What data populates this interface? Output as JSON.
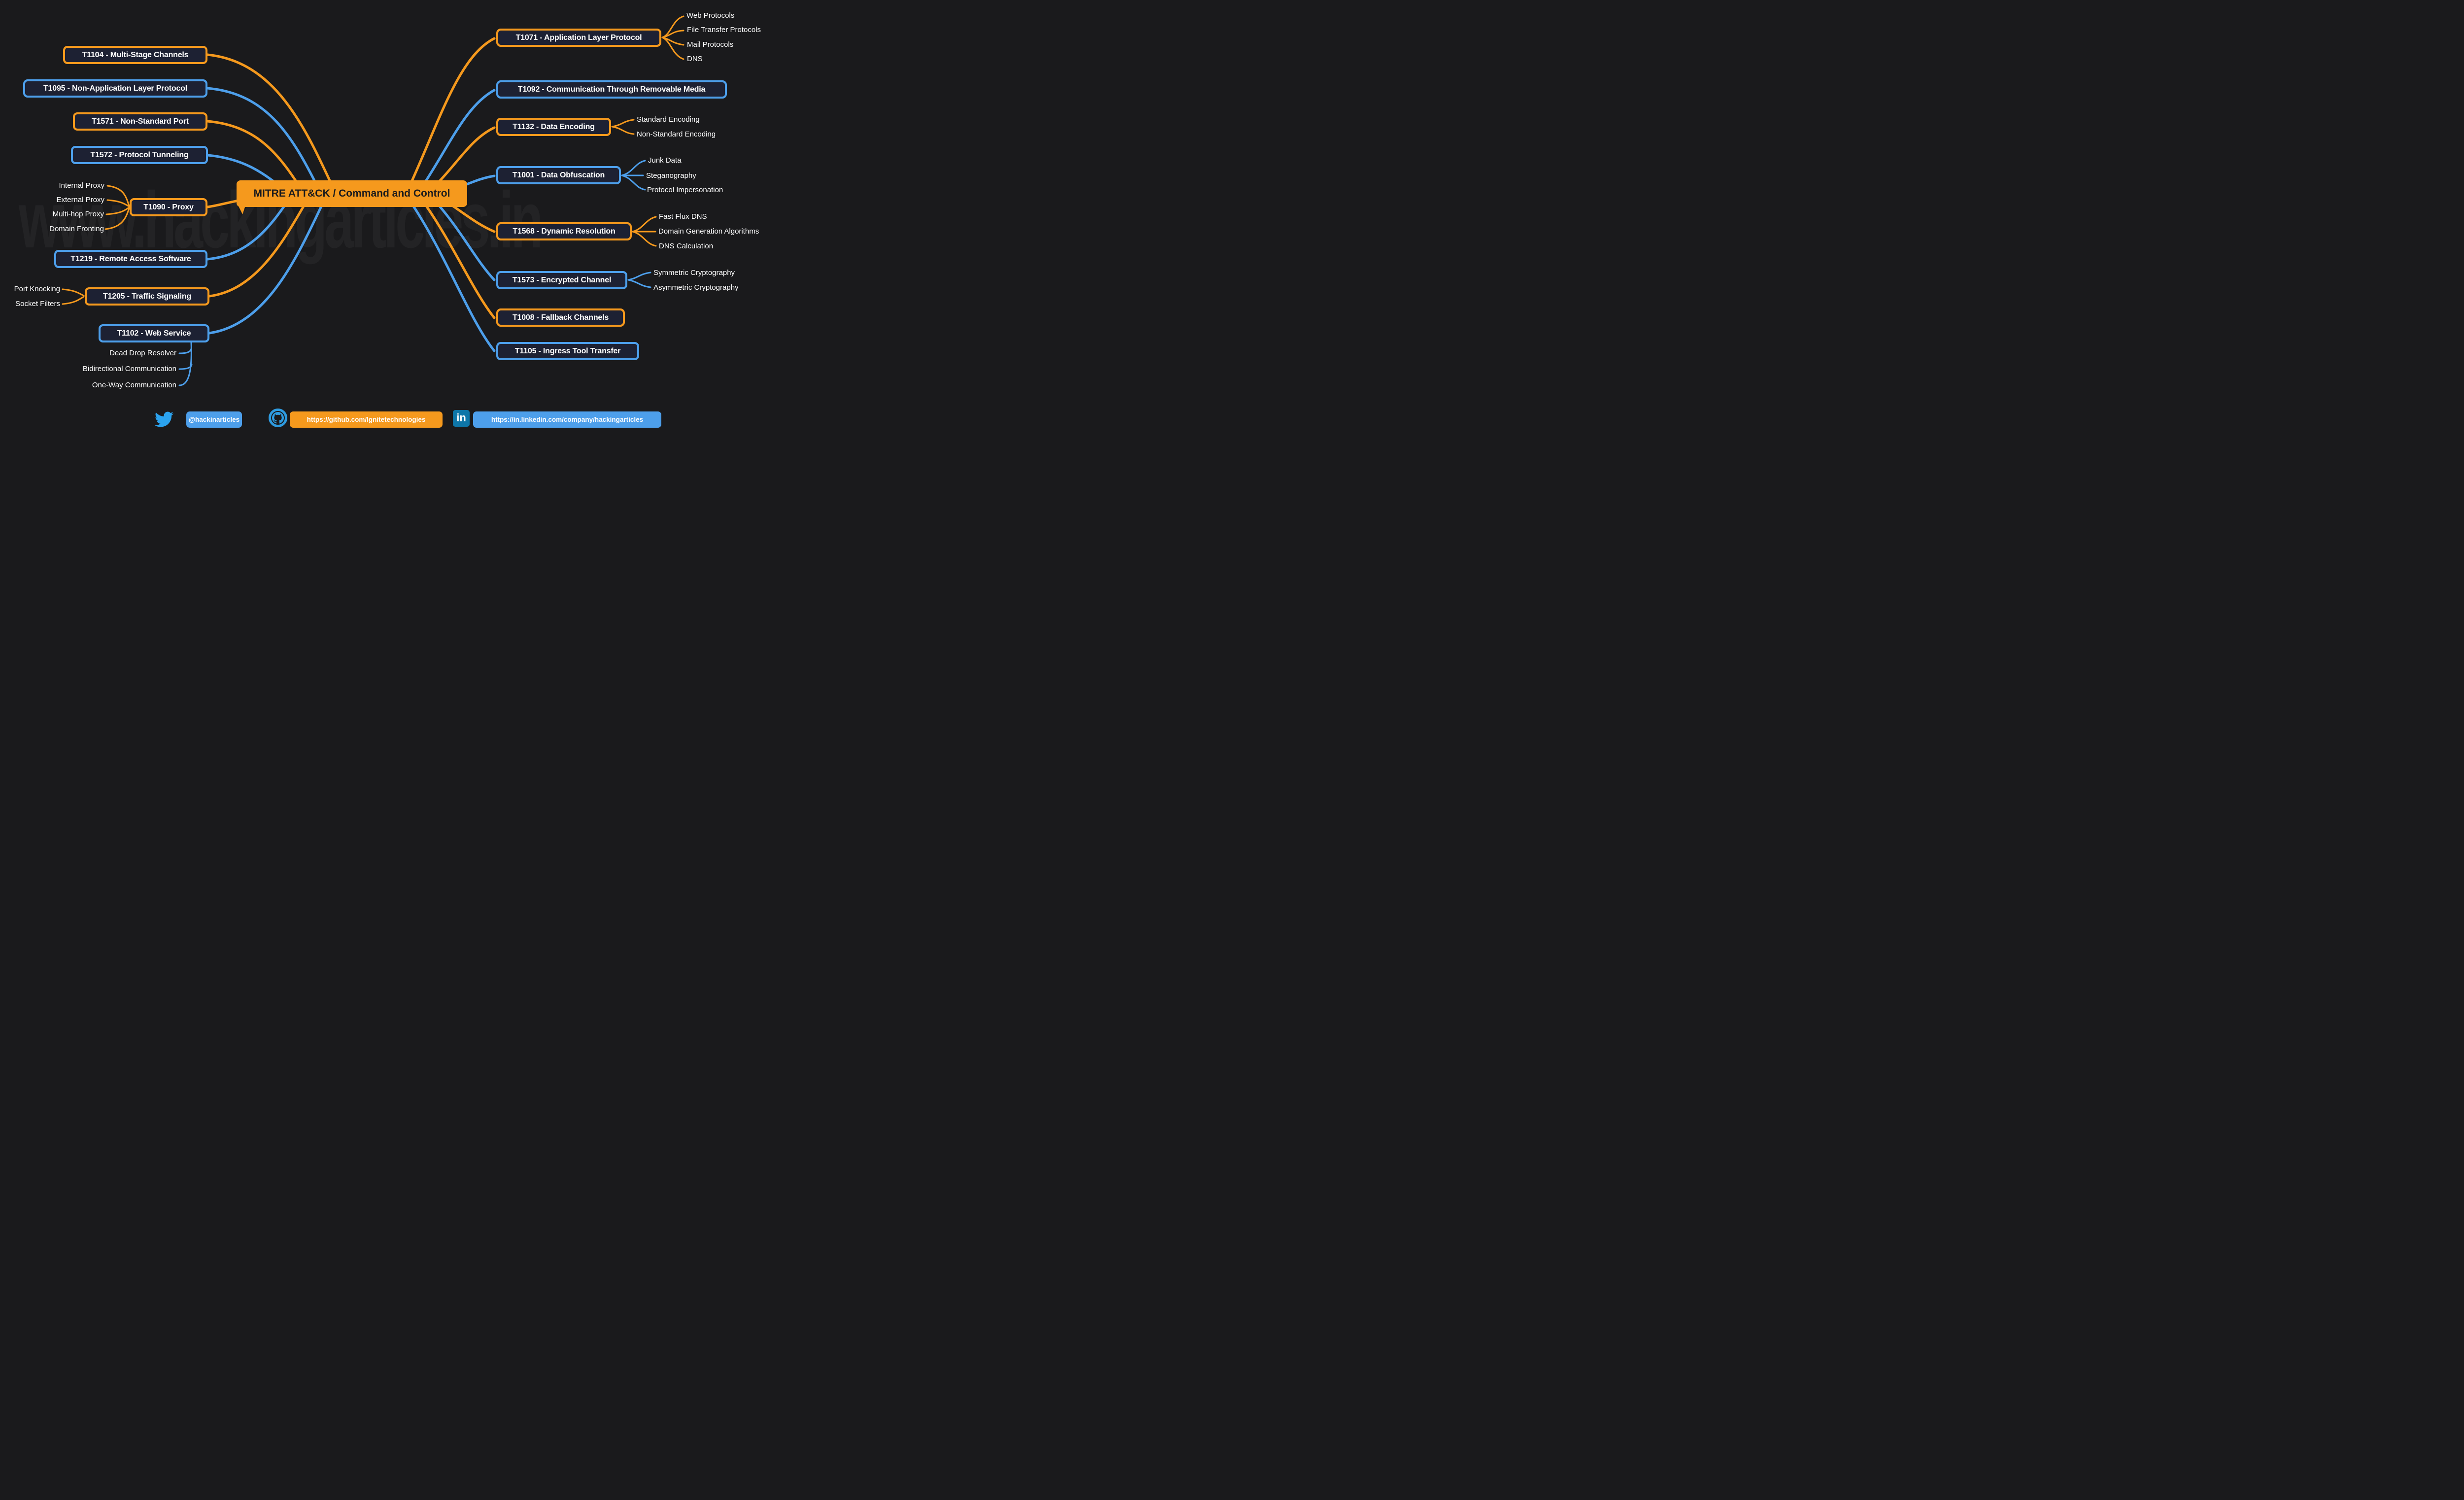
{
  "title": {
    "text": "MITRE ATT&CK / Command and Control"
  },
  "watermark": "www.hackingarticles.in",
  "colors": {
    "orange": "#F5991D",
    "blue": "#4D9FEB",
    "node_fill": "#1D2133",
    "background": "#1A1A1C",
    "twitter_blue": "#2BA3EF",
    "github_blue": "#2E9BE0",
    "linkedin_blue": "#0E76A8"
  },
  "left": [
    {
      "text": "T1104 - Multi-Stage Channels",
      "color": "orange"
    },
    {
      "text": "T1095 - Non-Application Layer Protocol",
      "color": "blue"
    },
    {
      "text": "T1571 - Non-Standard Port",
      "color": "orange"
    },
    {
      "text": "T1572 - Protocol Tunneling",
      "color": "blue"
    },
    {
      "text": "T1090 - Proxy",
      "color": "orange",
      "children": [
        "Internal Proxy",
        "External Proxy",
        "Multi-hop Proxy",
        "Domain Fronting"
      ]
    },
    {
      "text": "T1219 - Remote Access Software",
      "color": "blue"
    },
    {
      "text": "T1205 - Traffic Signaling",
      "color": "orange",
      "children": [
        "Port Knocking",
        "Socket Filters"
      ]
    },
    {
      "text": "T1102 - Web Service",
      "color": "blue",
      "children": [
        "Dead Drop Resolver",
        "Bidirectional Communication",
        "One-Way Communication"
      ]
    }
  ],
  "right": [
    {
      "text": "T1071 - Application Layer Protocol",
      "color": "orange",
      "children": [
        "Web Protocols",
        "File Transfer Protocols",
        "Mail Protocols",
        "DNS"
      ]
    },
    {
      "text": "T1092 - Communication Through Removable Media",
      "color": "blue"
    },
    {
      "text": "T1132 - Data Encoding",
      "color": "orange",
      "children": [
        "Standard Encoding",
        "Non-Standard Encoding"
      ]
    },
    {
      "text": "T1001 - Data Obfuscation",
      "color": "blue",
      "children": [
        "Junk Data",
        "Steganography",
        "Protocol Impersonation"
      ]
    },
    {
      "text": "T1568 - Dynamic Resolution",
      "color": "orange",
      "children": [
        "Fast Flux DNS",
        "Domain Generation Algorithms",
        "DNS Calculation"
      ]
    },
    {
      "text": "T1573 - Encrypted Channel",
      "color": "blue",
      "children": [
        "Symmetric Cryptography",
        "Asymmetric Cryptography"
      ]
    },
    {
      "text": "T1008 - Fallback Channels",
      "color": "orange"
    },
    {
      "text": "T1105 - Ingress Tool Transfer",
      "color": "blue"
    }
  ],
  "footer": {
    "twitter_handle": "@hackinarticles",
    "github_url": "https://github.com/Ignitetechnologies",
    "linkedin_url": "https://in.linkedin.com/company/hackingarticles",
    "linkedin_icon_text": "in"
  }
}
